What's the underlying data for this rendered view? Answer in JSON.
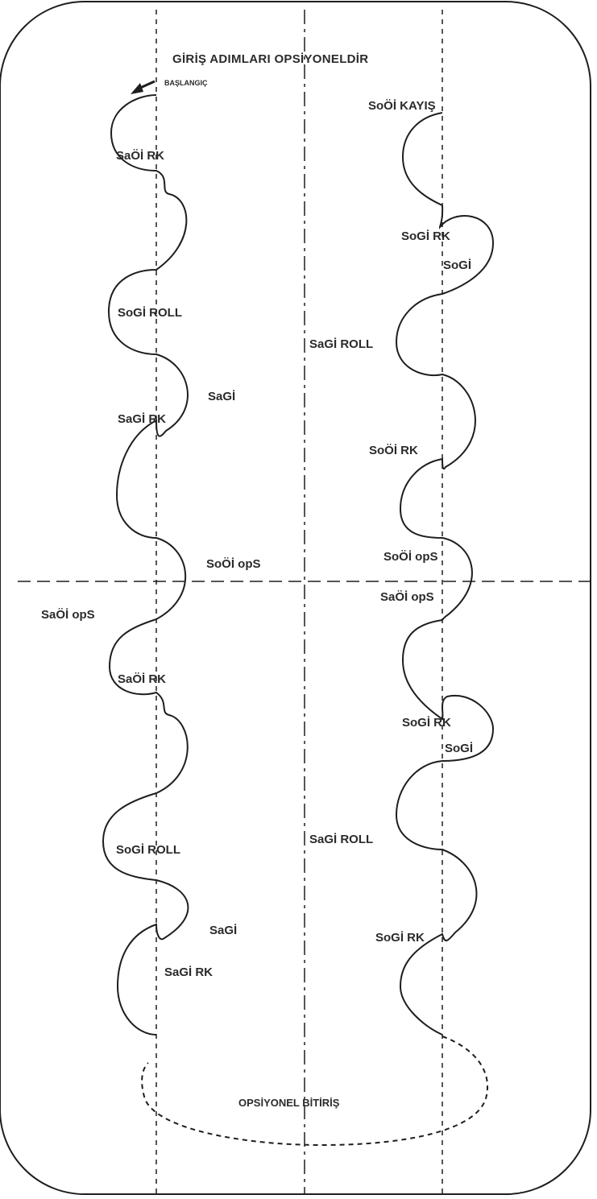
{
  "header": {
    "title": "GİRİŞ ADIMLARI OPSİYONELDİR",
    "start": "BAŞLANGIÇ"
  },
  "footer": {
    "ending": "OPSİYONEL BİTİRİŞ"
  },
  "left_path": {
    "labels": [
      "SaÖİ RK",
      "SoGİ ROLL",
      "SaGİ",
      "SaGİ RK",
      "SoÖİ opS",
      "SaÖİ opS",
      "SaÖİ RK",
      "SoGİ ROLL",
      "SaGİ",
      "SaGİ RK"
    ]
  },
  "right_path": {
    "labels": [
      "SoÖİ KAYIŞ",
      "SoGİ RK",
      "SoGİ",
      "SaGİ ROLL",
      "SoÖİ RK",
      "SoÖİ opS",
      "SaÖİ opS",
      "SoGİ RK",
      "SoGİ",
      "SaGİ ROLL",
      "SoGİ RK"
    ]
  },
  "colors": {
    "stroke": "#1e1e1e",
    "text": "#2b2b2b",
    "background": "#ffffff"
  }
}
